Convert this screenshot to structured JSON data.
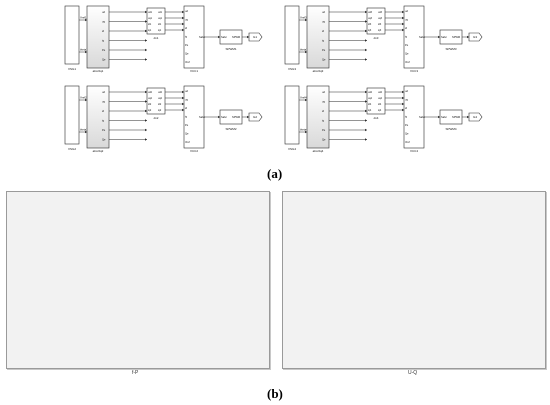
{
  "captions": {
    "a": "(a)",
    "b": "(b)"
  },
  "top_groups": [
    {
      "id": "g1",
      "inputs": [
        "Vref1",
        "theta1"
      ],
      "source": "VSG1",
      "inner": "abc/dq1",
      "ps": "dv1",
      "vcc": "VCC1",
      "sp": "SPWM1",
      "out": "G1",
      "inner_ports": [
        "ud",
        "uq",
        "id",
        "iq",
        "Pe",
        "Qe"
      ],
      "ps_ports": [
        "ud1",
        "uq1",
        "id1",
        "iq1"
      ],
      "vcc_ports": [
        "ud",
        "uq",
        "id",
        "iq",
        "Pe",
        "Qe",
        "Vref"
      ]
    },
    {
      "id": "g2",
      "inputs": [
        "Vref3",
        "theta3"
      ],
      "source": "VSG3",
      "inner": "abc/dq3",
      "ps": "dv3",
      "vcc": "VCC3",
      "sp": "SPWM3",
      "out": "G3",
      "inner_ports": [
        "ud",
        "uq",
        "id",
        "iq",
        "Pe",
        "Qe"
      ],
      "ps_ports": [
        "ud3",
        "uq3",
        "id3",
        "iq3"
      ],
      "vcc_ports": [
        "ud",
        "uq",
        "id",
        "iq",
        "Pe",
        "Qe",
        "Vref"
      ]
    },
    {
      "id": "g3",
      "inputs": [
        "Vref2",
        "theta2"
      ],
      "source": "VSG2",
      "inner": "abc/dq2",
      "ps": "dv2",
      "vcc": "VCC2",
      "sp": "SPWM2",
      "out": "G2",
      "inner_ports": [
        "ud",
        "uq",
        "id",
        "iq",
        "Pe",
        "Qe"
      ],
      "ps_ports": [
        "ud2",
        "uq2",
        "id2",
        "iq2"
      ],
      "vcc_ports": [
        "ud",
        "uq",
        "id",
        "iq",
        "Pe",
        "Qe",
        "Vref"
      ]
    },
    {
      "id": "g4",
      "inputs": [
        "Vref4",
        "theta4"
      ],
      "source": "VSG4",
      "inner": "abc/dq4",
      "ps": "dv4",
      "vcc": "VCC4",
      "sp": "SPWM4",
      "out": "G4",
      "inner_ports": [
        "ud",
        "uq",
        "id",
        "iq",
        "Pe",
        "Qe"
      ],
      "ps_ports": [
        "ud4",
        "uq4",
        "id4",
        "iq4"
      ],
      "vcc_ports": [
        "ud",
        "uq",
        "id",
        "iq",
        "Pe",
        "Qe",
        "Vref"
      ]
    }
  ],
  "panels": [
    {
      "id": "fp",
      "label": "f-P"
    },
    {
      "id": "uq",
      "label": "U-Q"
    }
  ],
  "colors": {
    "line": "#2b2b2b",
    "block": "#ffffff",
    "gradient": "#d9d9d9",
    "panel": "#f2f2f2"
  }
}
